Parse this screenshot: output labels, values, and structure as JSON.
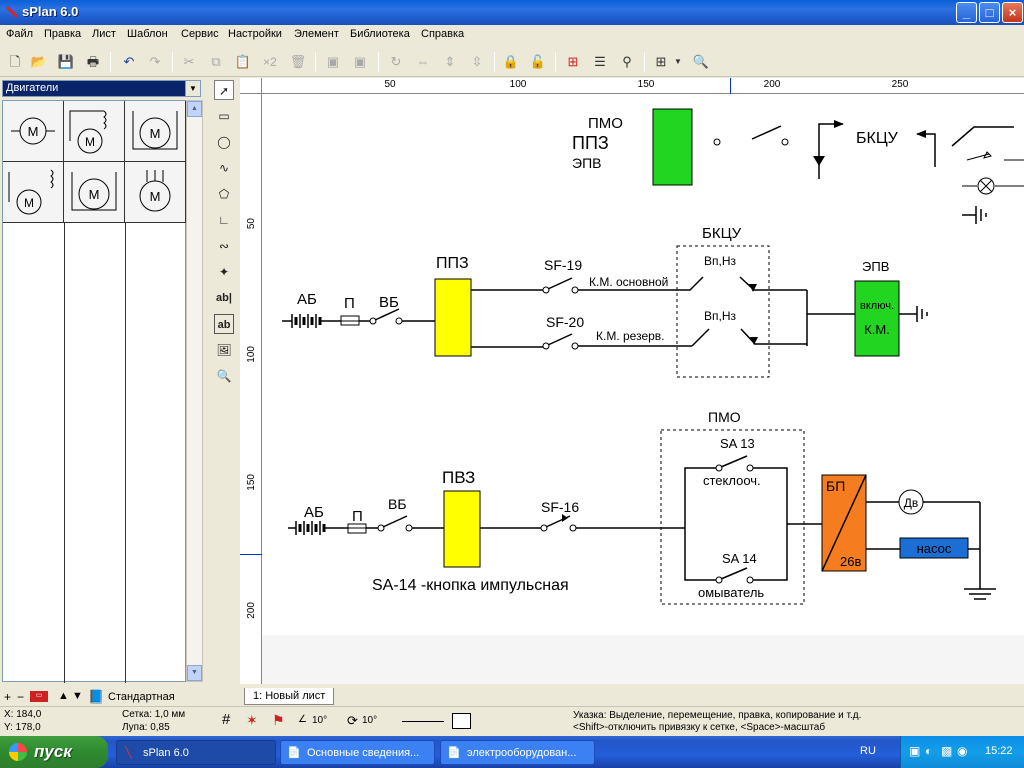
{
  "window": {
    "title": "sPlan 6.0",
    "minimize": "_",
    "maximize": "□",
    "close": "×"
  },
  "menu": [
    "Файл",
    "Правка",
    "Лист",
    "Шаблон",
    "Сервис",
    "Настройки",
    "Элемент",
    "Библиотека",
    "Справка"
  ],
  "toolbar": {
    "x2_label": "×2"
  },
  "library": {
    "selected": "Двигатели",
    "footer_label": "Стандартная"
  },
  "rulers": {
    "h_ticks": [
      "50",
      "100",
      "150",
      "200",
      "250"
    ],
    "v_ticks": [
      "50",
      "100",
      "150",
      "200"
    ]
  },
  "tools": [
    "arrow",
    "rectangle",
    "ellipse",
    "freehand",
    "polygon",
    "polyline",
    "bezier",
    "point",
    "text",
    "textbox",
    "image",
    "zoom"
  ],
  "tool_text": {
    "text": "ab|",
    "textbox": "ab"
  },
  "schematic": {
    "top": {
      "pmo": "ПМО",
      "ppz": "ППЗ",
      "epv": "ЭПВ",
      "bkcu": "БКЦУ"
    },
    "mid": {
      "ab": "АБ",
      "p": "П",
      "vb": "ВБ",
      "ppz": "ППЗ",
      "sf19": "SF-19",
      "sf20": "SF-20",
      "km_main": "К.М. основной",
      "km_reserve": "К.М. резерв.",
      "bkcu": "БКЦУ",
      "vp_nz": "Вп,Нз",
      "epv": "ЭПВ",
      "vkl": "включ.",
      "km": "К.М."
    },
    "bottom": {
      "ab": "АБ",
      "p": "П",
      "vb": "ВБ",
      "pvz": "ПВЗ",
      "sf16": "SF-16",
      "pmo": "ПМО",
      "sa13": "SA 13",
      "stekloch": "стеклооч.",
      "sa14": "SA 14",
      "omyvatel": "омыватель",
      "bp": "БП",
      "v26": "26в",
      "dv": "Дв",
      "nasos": "насос",
      "note": "SA-14 -кнопка импульсная"
    }
  },
  "sheet_tab": "1: Новый лист",
  "status": {
    "x": "X: 184,0",
    "y": "Y: 178,0",
    "grid": "Сетка: 1,0 мм",
    "zoom": "Лупа: 0,85",
    "angle1": "10°",
    "angle2": "10°",
    "hint1": "Указка: Выделение, перемещение, правка, копирование и т.д.",
    "hint2": "<Shift>-отключить привязку к сетке, <Space>-масштаб"
  },
  "taskbar": {
    "start": "пуск",
    "tasks": [
      "sPlan 6.0",
      "Основные сведения...",
      "электрооборудован..."
    ],
    "lang": "RU",
    "time": "15:22"
  },
  "colors": {
    "green": "#21d521",
    "yellow": "#ffff00",
    "orange": "#f57c1f",
    "blue": "#1b6fd4"
  }
}
